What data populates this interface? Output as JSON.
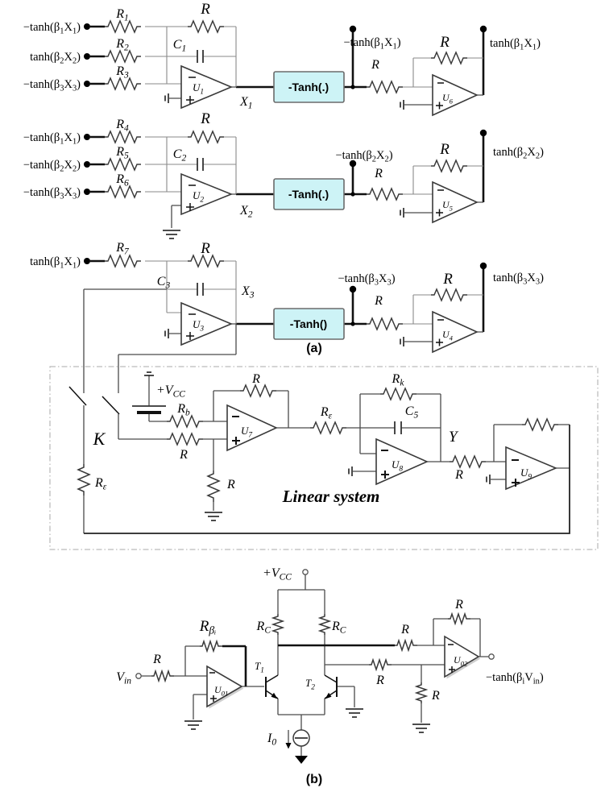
{
  "palette": {
    "block_fill": "#cdf3f6",
    "block_stroke": "#6b6b6b"
  },
  "rows": [
    {
      "inputs": [
        "−tanh(β_{1}X_{1})",
        "tanh(β_{2}X_{2})",
        "−tanh(β_{3}X_{3})"
      ],
      "input_res": [
        "R_{1}",
        "R_{2}",
        "R_{3}"
      ],
      "fb_res": "R",
      "cap": "C_{1}",
      "opamp": "U_{1}",
      "state": "X_{1}",
      "block": "-Tanh(.)",
      "tap": "−tanh(β_{1}X_{1})",
      "series_res": "R",
      "buf_fb_res": "R",
      "buf_opamp": "U_{6}",
      "output": "tanh(β_{1}X_{1})"
    },
    {
      "inputs": [
        "−tanh(β_{1}X_{1})",
        "−tanh(β_{2}X_{2})",
        "−tanh(β_{3}X_{3})"
      ],
      "input_res": [
        "R_{4}",
        "R_{5}",
        "R_{6}"
      ],
      "fb_res": "R",
      "cap": "C_{2}",
      "opamp": "U_{2}",
      "state": "X_{2}",
      "block": "-Tanh(.)",
      "tap": "−tanh(β_{2}X_{2})",
      "series_res": "R",
      "buf_fb_res": "R",
      "buf_opamp": "U_{5}",
      "output": "tanh(β_{2}X_{2})"
    },
    {
      "inputs": [
        "tanh(β_{1}X_{1})"
      ],
      "input_res": [
        "R_{7}"
      ],
      "fb_res": "R",
      "cap": "C_{3}",
      "opamp": "U_{3}",
      "state": "X_{3}",
      "block": "-Tanh()",
      "tap": "−tanh(β_{3}X_{3})",
      "series_res": "R",
      "buf_fb_res": "R",
      "buf_opamp": "U_{4}",
      "output": "tanh(β_{3}X_{3})"
    }
  ],
  "caption_a": "(a)",
  "caption_b": "(b)",
  "linear": {
    "switch": "K",
    "r_eps_left": "R_{ε}",
    "vcc": "+V_{CC}",
    "r_b": "R_{b}",
    "r_in": "R",
    "r_fb7": "R",
    "r_gnd": "R",
    "u7": "U_{7}",
    "r_eps_series": "R_{ε}",
    "r_k": "R_{k}",
    "c5": "C_{5}",
    "u8": "U_{8}",
    "y": "Y",
    "r_series": "R",
    "u9": "U_{9}",
    "title": "Linear system"
  },
  "part_b": {
    "vin": "V_{in}",
    "r_in": "R",
    "r_beta": "R_{βᵢ}",
    "u01": "U_{01}",
    "t1": "T_{1}",
    "t2": "T_{2}",
    "vcc": "+V_{CC}",
    "rc_left": "R_{C}",
    "rc_right": "R_{C}",
    "r_top": "R",
    "r_fb": "R",
    "r_mid": "R",
    "r_gnd": "R",
    "u02": "U_{02}",
    "i0": "I_{0}",
    "output": "−tanh(β_{i}V_{in})"
  }
}
